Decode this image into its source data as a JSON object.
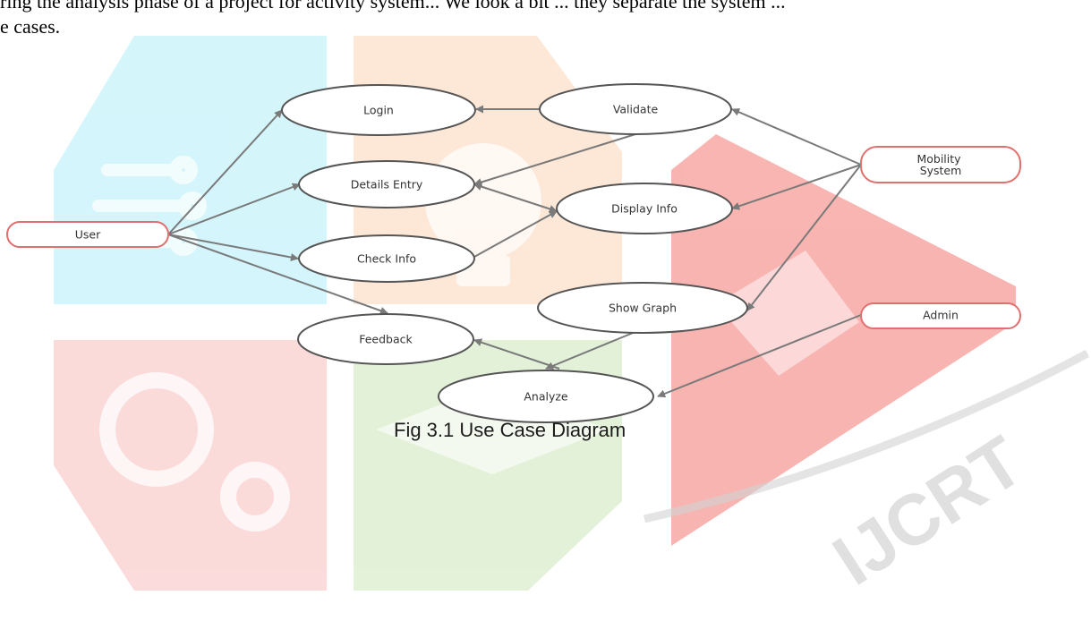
{
  "top_text": {
    "line1": "ring the analysis phase of a project for activity system... We look a bit ... they separate the system ...",
    "line2": "e cases."
  },
  "caption": "Fig 3.1 Use Case Diagram",
  "watermark": {
    "text": "IJCRT"
  },
  "colors": {
    "actor_stroke": "#e06f6f",
    "usecase_stroke": "#555555",
    "edge": "#7a7a7a",
    "wm_blue": "#d2f5fb",
    "wm_orange": "#fde7d6",
    "wm_red": "#f8b1ad",
    "wm_pink": "#fbd9d9",
    "wm_green": "#e3f1d8"
  },
  "actors": [
    {
      "id": "user",
      "label": "User"
    },
    {
      "id": "mobility",
      "lines": [
        "Mobility",
        "System"
      ]
    },
    {
      "id": "admin",
      "label": "Admin"
    }
  ],
  "use_cases": [
    {
      "id": "login",
      "label": "Login"
    },
    {
      "id": "validate",
      "label": "Validate"
    },
    {
      "id": "details",
      "label": "Details Entry"
    },
    {
      "id": "display",
      "label": "Display Info"
    },
    {
      "id": "check",
      "label": "Check Info"
    },
    {
      "id": "graph",
      "label": "Show Graph"
    },
    {
      "id": "feedback",
      "label": "Feedback"
    },
    {
      "id": "analyze",
      "label": "Analyze"
    }
  ]
}
